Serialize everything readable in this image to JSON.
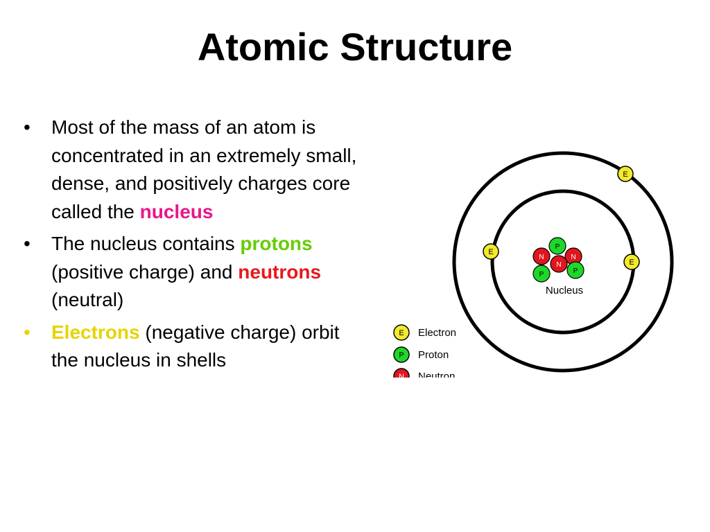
{
  "slide": {
    "title": "Atomic Structure"
  },
  "bullets": [
    {
      "dot_color": "#000000",
      "runs": [
        {
          "text": "Most of the mass of an atom is concentrated in an extremely small, dense, and positively charges core called the ",
          "color": "#000000",
          "bold": false
        },
        {
          "text": "nucleus",
          "color": "#e8168b",
          "bold": true
        }
      ]
    },
    {
      "dot_color": "#000000",
      "runs": [
        {
          "text": "The nucleus contains ",
          "color": "#000000",
          "bold": false
        },
        {
          "text": "protons",
          "color": "#66cc00",
          "bold": true
        },
        {
          "text": " (positive charge) and ",
          "color": "#000000",
          "bold": false
        },
        {
          "text": "neutrons",
          "color": "#e8191c",
          "bold": true
        },
        {
          "text": " (neutral)",
          "color": "#000000",
          "bold": false
        }
      ]
    },
    {
      "dot_color": "#e6d400",
      "runs": [
        {
          "text": "Electrons",
          "color": "#e6d400",
          "bold": true
        },
        {
          "text": " (negative charge) orbit the nucleus in shells",
          "color": "#000000",
          "bold": false
        }
      ]
    }
  ],
  "diagram": {
    "nucleus_label": "Nucleus",
    "electron_letter": "E",
    "proton_letter": "P",
    "neutron_letter": "N",
    "electron_color": "#f2ea2c",
    "proton_color": "#1fd62a",
    "neutron_color": "#e0161f",
    "legend": [
      {
        "letter": "E",
        "label": "Electron",
        "color": "#f2ea2c"
      },
      {
        "letter": "P",
        "label": "Proton",
        "color": "#1fd62a"
      },
      {
        "letter": "N",
        "label": "Neutron",
        "color": "#e0161f"
      }
    ]
  }
}
